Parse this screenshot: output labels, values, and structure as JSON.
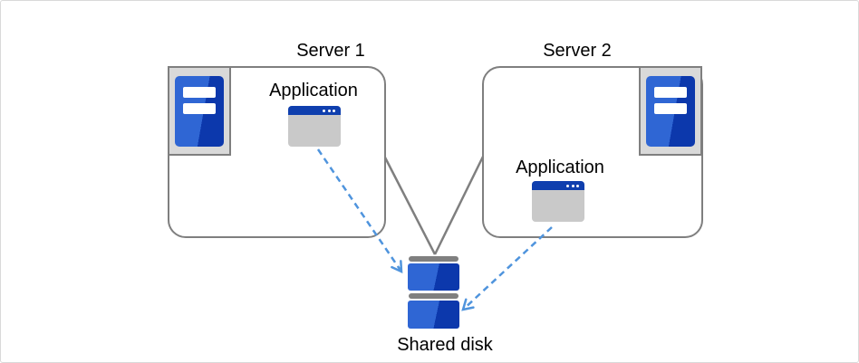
{
  "diagram": {
    "type": "architecture-diagram",
    "nodes": {
      "server1": {
        "label": "Server 1",
        "icon": "server-tower-icon",
        "application": {
          "label": "Application",
          "icon": "application-window-icon"
        }
      },
      "server2": {
        "label": "Server 2",
        "icon": "server-tower-icon",
        "application": {
          "label": "Application",
          "icon": "application-window-icon"
        }
      },
      "shared_disk": {
        "label": "Shared disk",
        "icon": "disk-stack-icon"
      }
    },
    "edges": [
      {
        "from": "server1",
        "to": "shared_disk",
        "style": "solid-line"
      },
      {
        "from": "server2",
        "to": "shared_disk",
        "style": "solid-line"
      },
      {
        "from": "server1.application",
        "to": "shared_disk",
        "style": "dashed-arrow"
      },
      {
        "from": "server2.application",
        "to": "shared_disk",
        "style": "dashed-arrow"
      }
    ]
  },
  "colors": {
    "accent-light": "#2f66d4",
    "accent-dark": "#0c38ac",
    "titlebar-blue": "#0f3fae",
    "line-gray": "#7f7f7f",
    "frame-fill": "#d9d9d9",
    "window-body": "#c9c9c9",
    "arrow-blue": "#4f94dd",
    "canvas-border": "#d9d9d9",
    "text-color": "#000000"
  }
}
